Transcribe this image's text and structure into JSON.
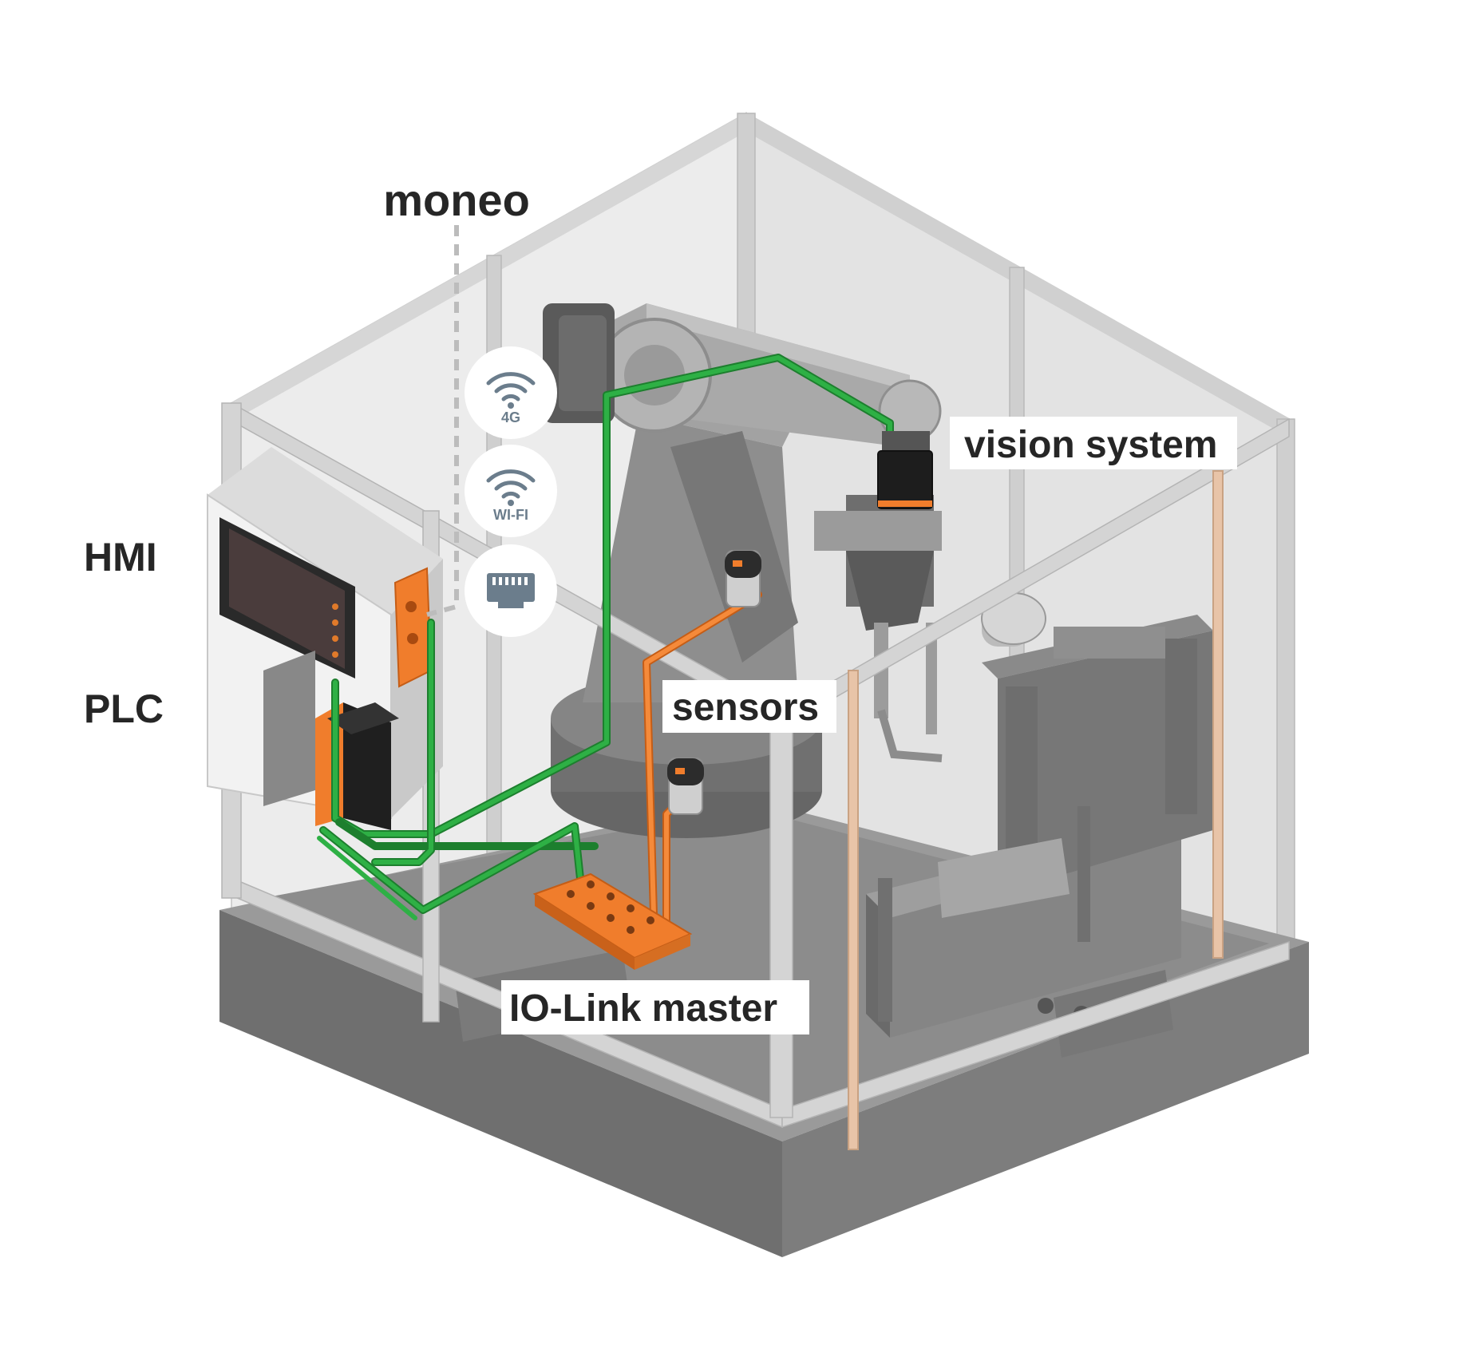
{
  "labels": {
    "moneo": "moneo",
    "hmi": "HMI",
    "plc": "PLC",
    "vision_system": "vision system",
    "sensors": "sensors",
    "io_link_master": "IO-Link master"
  },
  "connectivity": {
    "cellular": "4G",
    "wifi": "WI-FI"
  },
  "icons": [
    "cellular-signal-icon",
    "wifi-signal-icon",
    "ethernet-port-icon"
  ],
  "colors": {
    "ethernet_cable": "#22a33a",
    "io_link_cable": "#f07a2a",
    "device_orange": "#f07d2c",
    "frame": "#c9c9c9",
    "floor": "#8a8a8a",
    "label_text": "#262626"
  }
}
